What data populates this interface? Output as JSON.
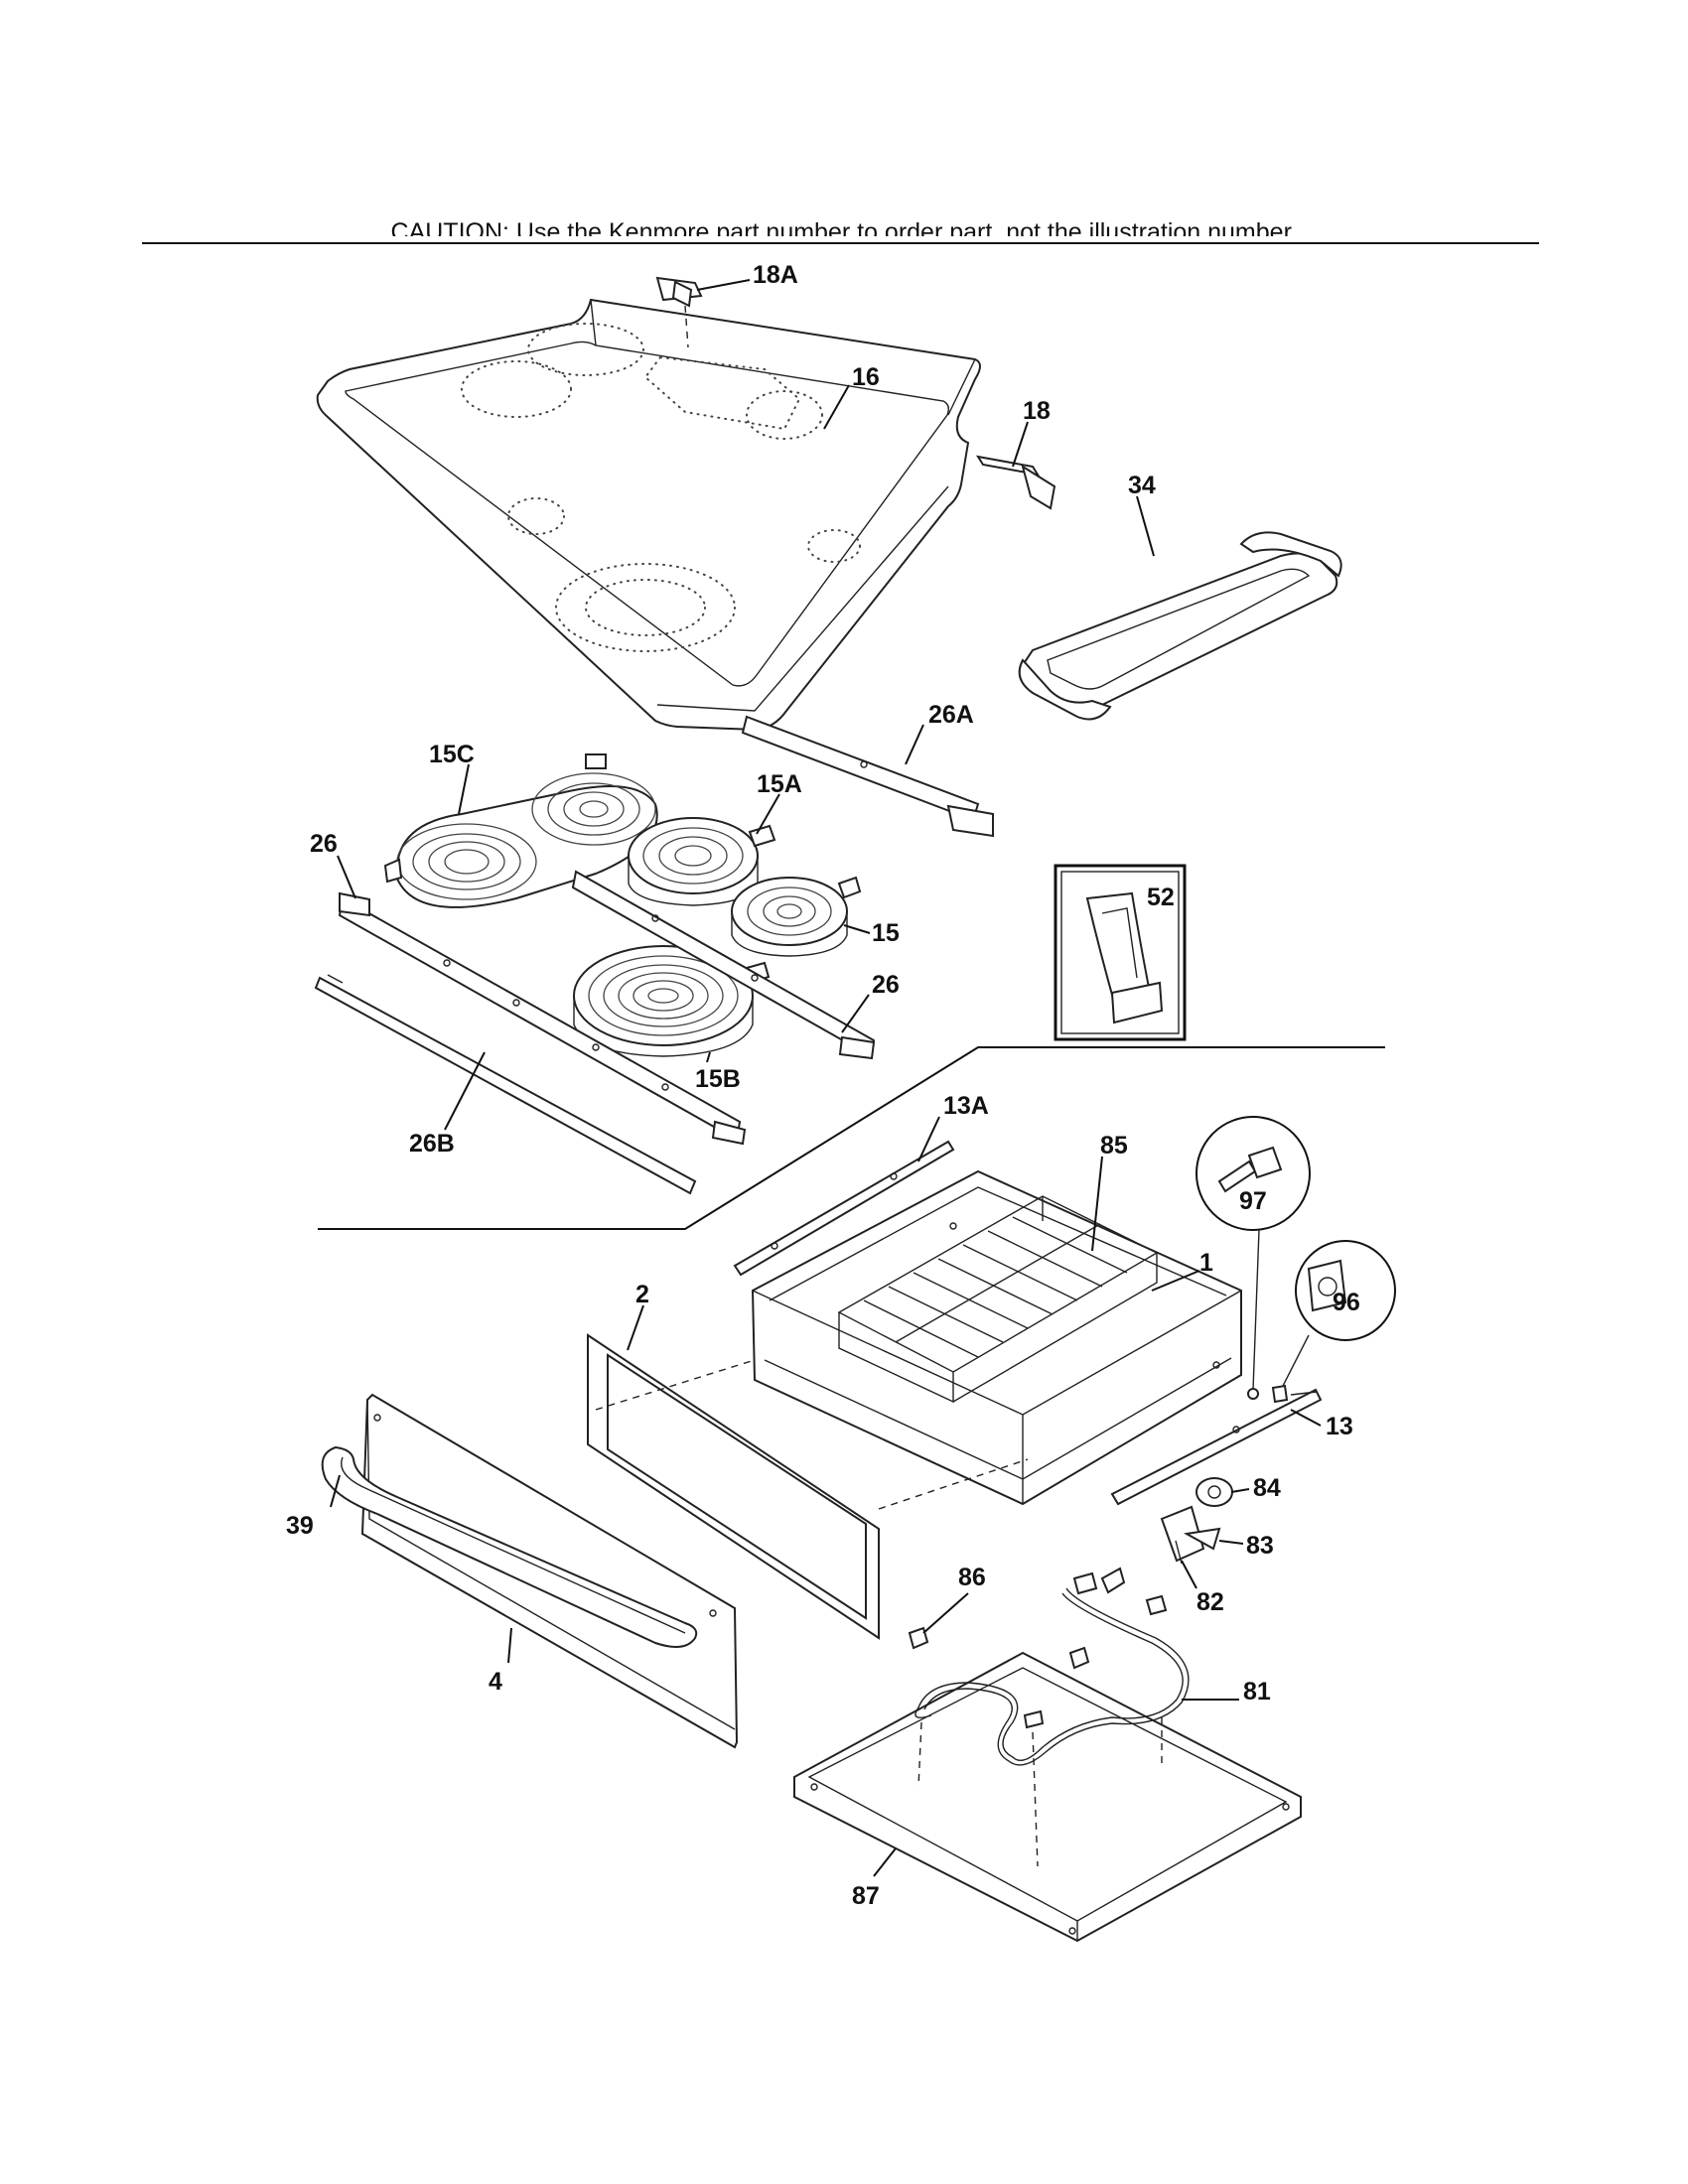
{
  "caution": {
    "prefix": "CAUTION: Use the Kenmore part number to order ",
    "link": "part",
    "suffix": ", not the illustration number."
  },
  "callouts": {
    "c18A": "18A",
    "c16": "16",
    "c18": "18",
    "c34": "34",
    "c26A": "26A",
    "c15C": "15C",
    "c15A": "15A",
    "c26_left": "26",
    "c15": "15",
    "c52": "52",
    "c26_right": "26",
    "c15B": "15B",
    "c26B": "26B",
    "c13A": "13A",
    "c85": "85",
    "c97": "97",
    "c1": "1",
    "c96": "96",
    "c2": "2",
    "c13": "13",
    "c84": "84",
    "c39": "39",
    "c83": "83",
    "c86": "86",
    "c82": "82",
    "c81": "81",
    "c4": "4",
    "c87": "87"
  }
}
